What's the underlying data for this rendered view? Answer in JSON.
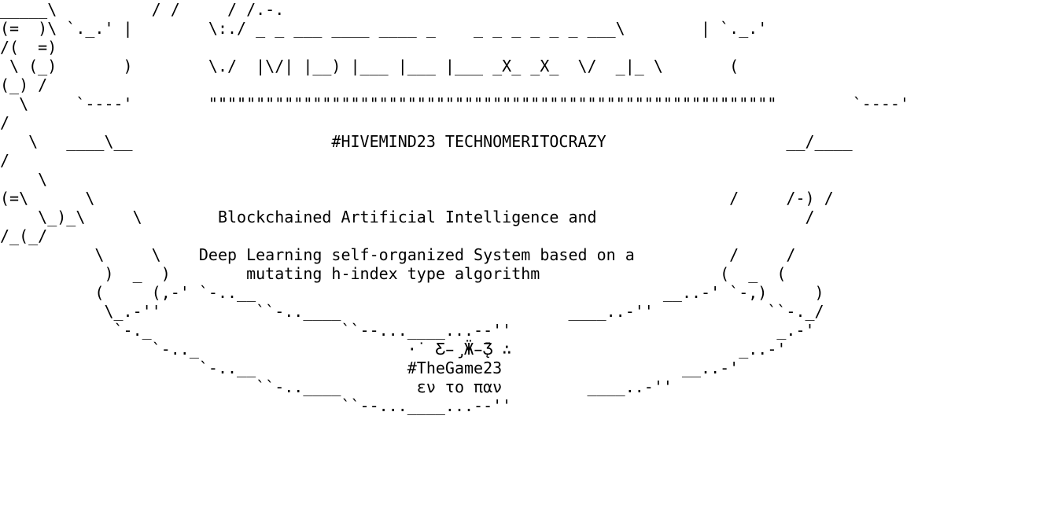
{
  "lines": [
    "_____\\          / /     / /.-.",
    "(=  )\\ `._.' |        \\:./ _ _ ___ ____ ____ _    _ _ _ _ _ _ ___\\        | `._.'",
    "/(  =)",
    " \\ (_)       )        \\./  |\\/| |__) |___ |___ |___ _X_ _X_  \\/  _|_ \\       (",
    "(_) /",
    "  \\     `----'        \"\"\"\"\"\"\"\"\"\"\"\"\"\"\"\"\"\"\"\"\"\"\"\"\"\"\"\"\"\"\"\"\"\"\"\"\"\"\"\"\"\"\"\"\"\"\"\"\"\"\"\"\"\"\"\"\"\"\"\"        `----'",
    "/",
    "   \\   ____\\__                     #HIVEMIND23 TECHNOMERITOCRAZY                   __/____",
    "/",
    "    \\",
    "(=\\      \\                                                                   /     /-) /",
    "    \\_)_\\     \\        Blockchained Artificial Intelligence and                      /",
    "/_(_/",
    "          \\     \\    Deep Learning self-organized System based on a          /     /",
    "           )  _  )        mutating h-index type algorithm                   (  _  (",
    "          (     (,-' `-..__                                           __..-' `-,)     )",
    "           \\_.-''          ``-..____                        ____..-''            ``-._/",
    "            `-._                    ``--...____...--''                            _.-'",
    "                `-.._                      ·˙ Ƹ̵̡Ӝ̵̨̄Ʒ ∴                        _..-'",
    "                     `-..__                #TheGame23                   __..-'",
    "                           ``-..____        εν το παν         ____..-''",
    "                                    ``--...____...--''"
  ]
}
